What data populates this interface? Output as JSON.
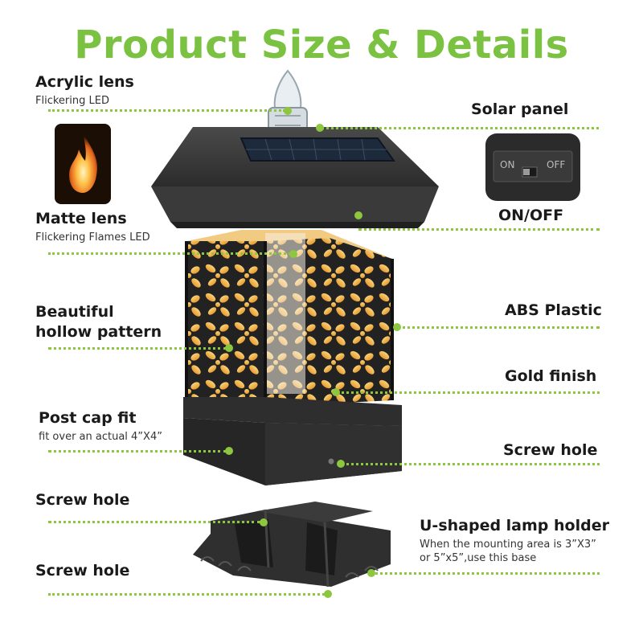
{
  "title": "Product Size & Details",
  "callouts": {
    "acrylic_lens": {
      "label": "Acrylic lens",
      "sub": "Flickering LED"
    },
    "solar_panel": {
      "label": "Solar panel"
    },
    "matte_lens": {
      "label": "Matte lens",
      "sub": "Flickering Flames LED"
    },
    "on_off": {
      "label": "ON/OFF"
    },
    "hollow_pattern": {
      "line1": "Beautiful",
      "line2": "hollow pattern"
    },
    "abs_plastic": {
      "label": "ABS Plastic"
    },
    "gold_finish": {
      "label": "Gold finish"
    },
    "post_cap": {
      "label": "Post cap fit",
      "sub": "fit over an actual 4”X4”"
    },
    "screw_hole_right": {
      "label": "Screw hole"
    },
    "screw_hole_left_1": {
      "label": "Screw hole"
    },
    "u_holder": {
      "label": "U-shaped lamp holder",
      "sub1": "When the mounting area is 3”X3”",
      "sub2": "or 5”x5”,use this base"
    },
    "screw_hole_left_2": {
      "label": "Screw hole"
    }
  },
  "switch": {
    "on": "ON",
    "off": "OFF"
  },
  "colors": {
    "accent": "#8dc63f",
    "title": "#7cc242",
    "lamp_body": "#2a2a2a",
    "glow": "#f2b347"
  }
}
